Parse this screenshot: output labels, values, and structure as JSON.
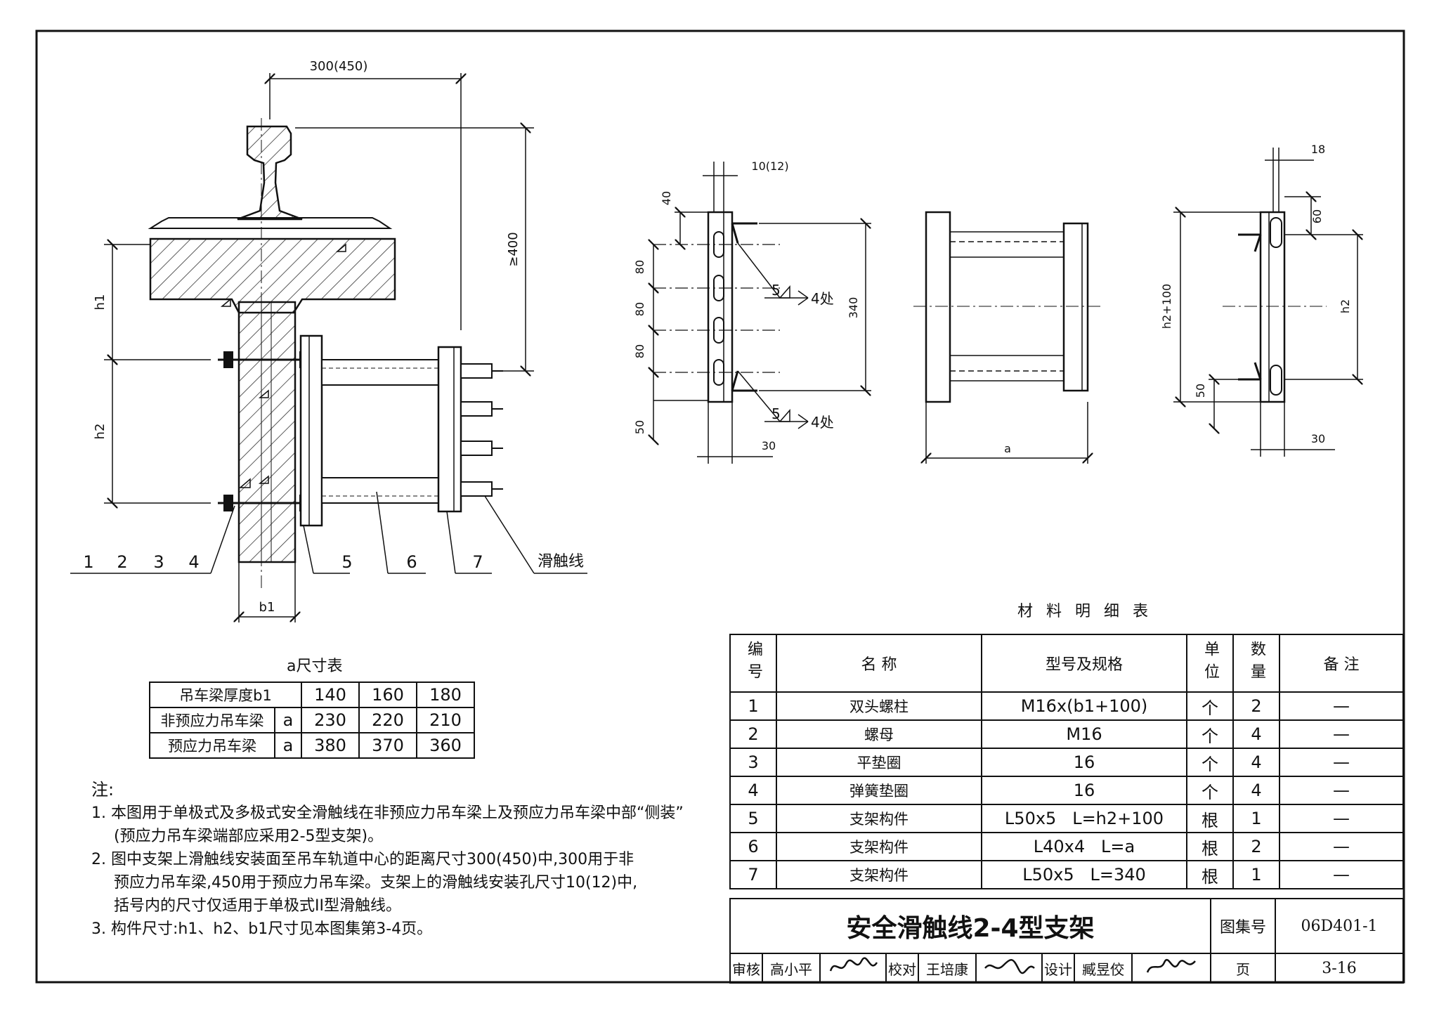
{
  "drawing": {
    "dims": {
      "top_width": "300(450)",
      "min_height": "≥400",
      "h1": "h1",
      "h2": "h2",
      "b1": "b1",
      "hole": "10(12)",
      "d40": "40",
      "d80a": "80",
      "d80b": "80",
      "d80c": "80",
      "d50": "50",
      "d340": "340",
      "d30": "30",
      "weld": "5",
      "weld_note": "4处",
      "a": "a",
      "d18": "18",
      "d60": "60",
      "h2plus": "h2+100",
      "d50b": "50",
      "d30b": "30"
    },
    "callouts": [
      "1",
      "2",
      "3",
      "4",
      "5",
      "6",
      "7"
    ],
    "wire_label": "滑触线"
  },
  "a_table": {
    "title": "a尺寸表",
    "rows": [
      {
        "label": "吊车梁厚度b1",
        "sym": "",
        "v1": "140",
        "v2": "160",
        "v3": "180"
      },
      {
        "label": "非预应力吊车梁",
        "sym": "a",
        "v1": "230",
        "v2": "220",
        "v3": "210"
      },
      {
        "label": "预应力吊车梁",
        "sym": "a",
        "v1": "380",
        "v2": "370",
        "v3": "360"
      }
    ]
  },
  "notes": {
    "title": "注:",
    "n1a": "1. 本图用于单极式及多极式安全滑触线在非预应力吊车梁上及预应力吊车梁中部“侧装”",
    "n1b": "(预应力吊车梁端部应采用2-5型支架)。",
    "n2a": "2. 图中支架上滑触线安装面至吊车轨道中心的距离尺寸300(450)中,300用于非",
    "n2b": "预应力吊车梁,450用于预应力吊车梁。支架上的滑触线安装孔尺寸10(12)中,",
    "n2c": "括号内的尺寸仅适用于单极式II型滑触线。",
    "n3": "3. 构件尺寸:h1、h2、b1尺寸见本图集第3-4页。"
  },
  "materials": {
    "title": "材 料 明 细 表",
    "headers": {
      "no": "编号",
      "name": "名 称",
      "spec": "型号及规格",
      "unit": "单位",
      "qty": "数量",
      "remark": "备 注"
    },
    "rows": [
      {
        "no": "1",
        "name": "双头螺柱",
        "spec": "M16x(b1+100)",
        "unit": "个",
        "qty": "2",
        "remark": "—"
      },
      {
        "no": "2",
        "name": "螺母",
        "spec": "M16",
        "unit": "个",
        "qty": "4",
        "remark": "—"
      },
      {
        "no": "3",
        "name": "平垫圈",
        "spec": "16",
        "unit": "个",
        "qty": "4",
        "remark": "—"
      },
      {
        "no": "4",
        "name": "弹簧垫圈",
        "spec": "16",
        "unit": "个",
        "qty": "4",
        "remark": "—"
      },
      {
        "no": "5",
        "name": "支架构件",
        "spec": "L50x5   L=h2+100",
        "unit": "根",
        "qty": "1",
        "remark": "—"
      },
      {
        "no": "6",
        "name": "支架构件",
        "spec": "L40x4   L=a",
        "unit": "根",
        "qty": "2",
        "remark": "—"
      },
      {
        "no": "7",
        "name": "支架构件",
        "spec": "L50x5   L=340",
        "unit": "根",
        "qty": "1",
        "remark": "—"
      }
    ]
  },
  "title_block": {
    "title": "安全滑触线2-4型支架",
    "atlas_label": "图集号",
    "atlas_no": "06D401-1",
    "review_label": "审核",
    "reviewer": "高小平",
    "check_label": "校对",
    "checker": "王培康",
    "design_label": "设计",
    "designer": "臧昱佼",
    "page_label": "页",
    "page_no": "3-16"
  }
}
